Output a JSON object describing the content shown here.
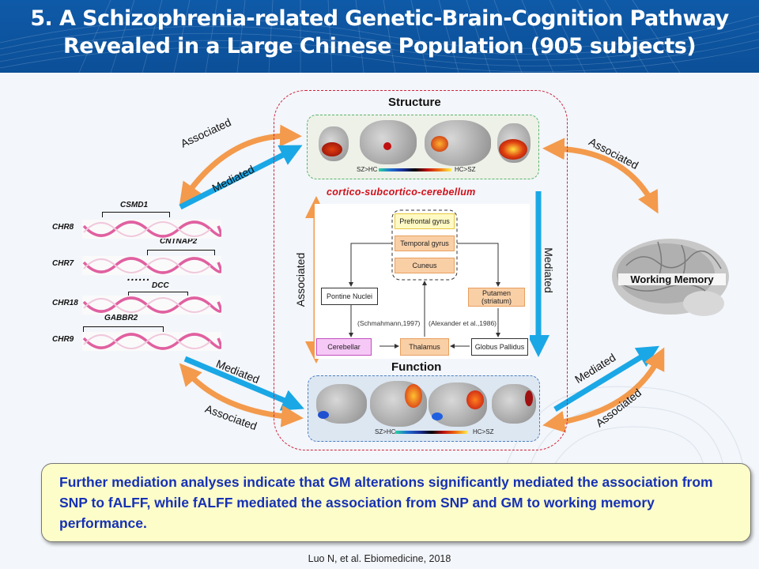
{
  "header": {
    "title_line1": "5. A Schizophrenia-related Genetic-Brain-Cognition Pathway",
    "title_line2": "Revealed in a Large Chinese Population (905 subjects)",
    "background_color": "#0b4f98"
  },
  "diagram": {
    "structure": {
      "heading": "Structure",
      "colorbar_left": "SZ>HC",
      "colorbar_right": "HC>SZ"
    },
    "function": {
      "heading": "Function",
      "colorbar_left": "SZ>HC",
      "colorbar_right": "HC>SZ"
    },
    "circuit_label": "cortico-subcortico-cerebellum",
    "flowchart": {
      "cortical_boxes": [
        "Prefrontal gyrus",
        "Temporal gyrus",
        "Cuneus"
      ],
      "pontine": "Pontine Nuclei",
      "putamen": "Putamen (striatum)",
      "cerebellar": "Cerebellar",
      "thalamus": "Thalamus",
      "globus": "Globus Pallidus",
      "cite_left": "(Schmahmann,1997)",
      "cite_right": "(Alexander et al.,1986)"
    },
    "genes": [
      {
        "chromosome": "CHR8",
        "gene": "CSMD1"
      },
      {
        "chromosome": "CHR7",
        "gene": "CNTNAP2"
      },
      {
        "chromosome": "CHR18",
        "gene": "DCC"
      },
      {
        "chromosome": "CHR9",
        "gene": "GABBR2"
      }
    ],
    "ellipsis": "......",
    "outcome": "Working Memory",
    "arrows": {
      "snp_structure_associated": "Associated",
      "snp_structure_mediated": "Mediated",
      "snp_function_mediated": "Mediated",
      "snp_function_associated": "Associated",
      "structure_function_associated": "Associated",
      "structure_function_mediated": "Mediated",
      "structure_wm_associated": "Associated",
      "function_wm_mediated": "Mediated",
      "function_wm_associated": "Associated"
    },
    "colors": {
      "associated": "#f39a4c",
      "mediated": "#1aa7e6",
      "outer_border": "#d0203a"
    }
  },
  "summary": {
    "text": "Further mediation analyses indicate that GM alterations significantly mediated the association from SNP to fALFF, while fALFF mediated the association from SNP and GM to working memory performance."
  },
  "reference": "Luo N, et al. Ebiomedicine, 2018"
}
